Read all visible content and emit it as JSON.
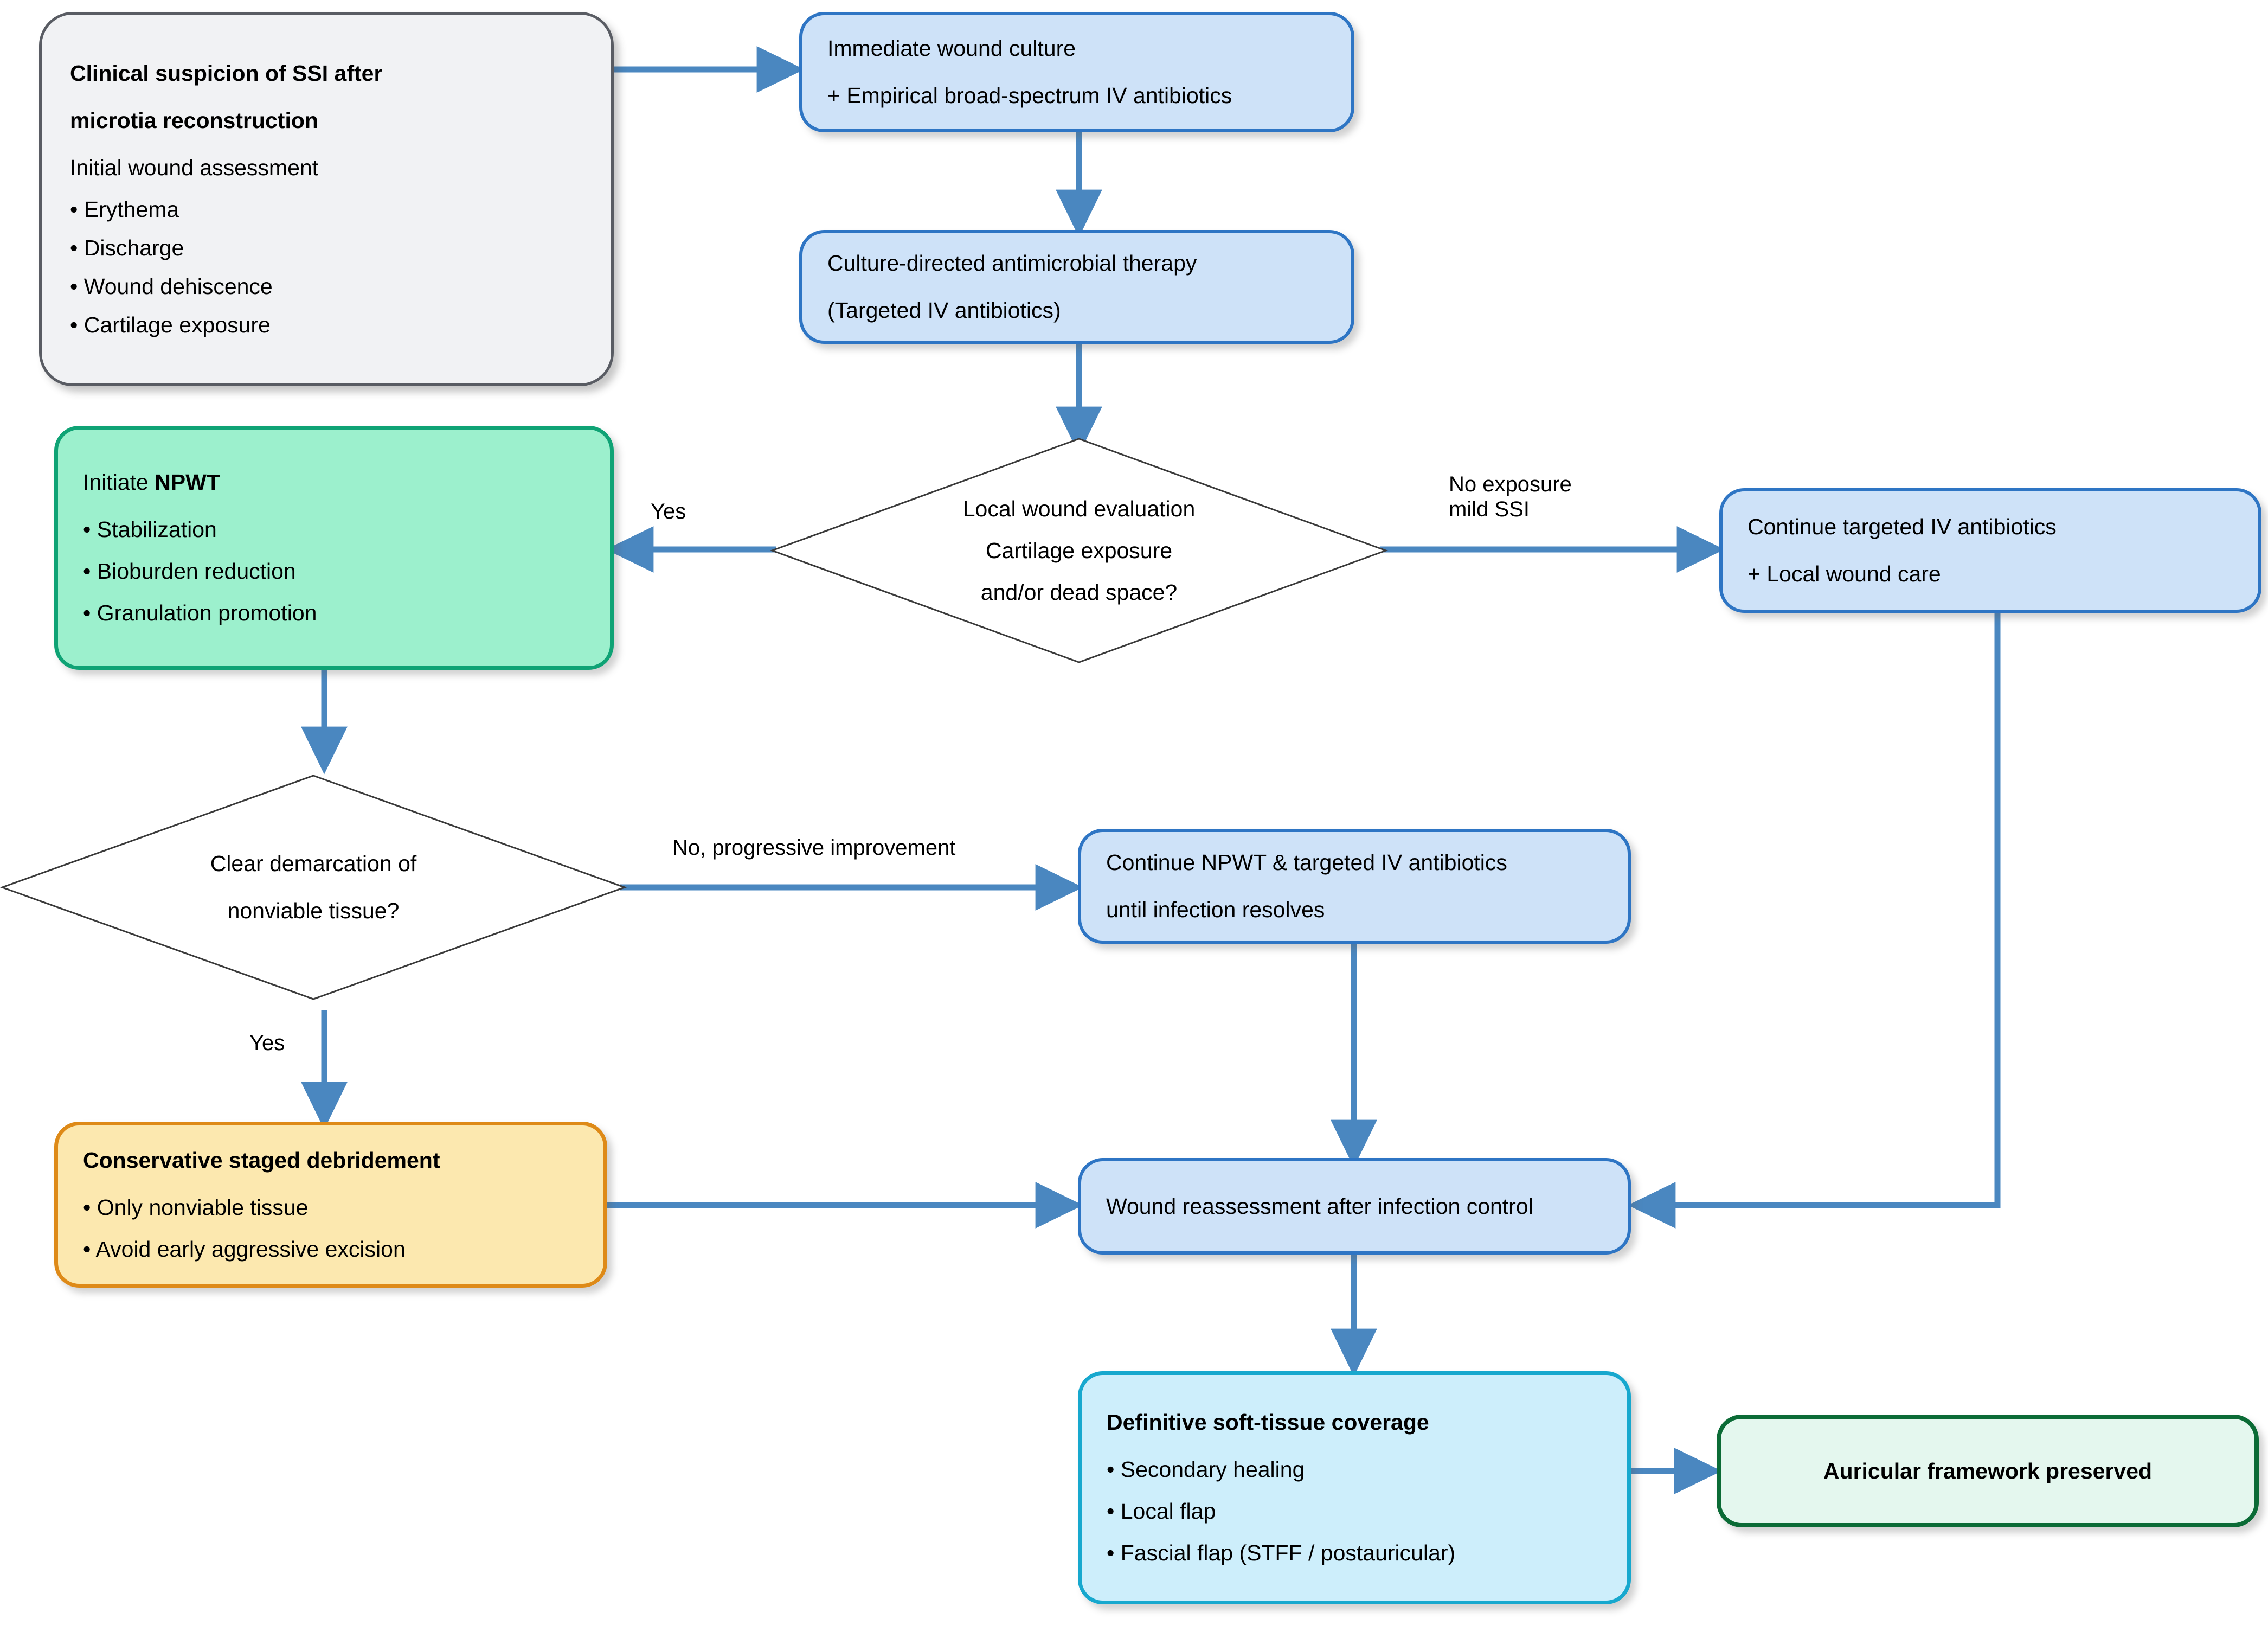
{
  "title": "SSI after microtia reconstruction management algorithm",
  "colors": {
    "blue_fill": "#CEE2F8",
    "blue_border": "#2E75C4",
    "green_fill": "#9CF0CD",
    "green_border": "#0FA375",
    "orange_fill": "#FCE8AF",
    "orange_border": "#DE8A18",
    "cyan_fill": "#CDEEFB",
    "cyan_border": "#17A8CE",
    "outcome_fill": "#E4F7EE",
    "outcome_border": "#0B6B36",
    "grey_fill": "#F1F2F4",
    "grey_border": "#595C63",
    "arrow": "#4A87C0",
    "diamond_border": "#3A3A3A"
  },
  "nodes": {
    "start": {
      "heading_line1": "Clinical suspicion of SSI after",
      "heading_line2": "microtia reconstruction",
      "subheading": "Initial wound assessment",
      "bullets": [
        "• Erythema",
        "• Discharge",
        "• Wound dehiscence",
        "• Cartilage exposure"
      ]
    },
    "culture": {
      "line1": "Immediate wound culture",
      "line2": "+ Empirical broad-spectrum IV antibiotics"
    },
    "targeted": {
      "line1": "Culture-directed antimicrobial therapy",
      "line2": "(Targeted IV antibiotics)"
    },
    "decision1": {
      "line1": "Local wound evaluation",
      "line2": "Cartilage exposure",
      "line3": "and/or dead space?"
    },
    "npwt": {
      "heading_pre": "Initiate ",
      "heading_bold": "NPWT",
      "bullets": [
        "• Stabilization",
        "• Bioburden reduction",
        "• Granulation promotion"
      ]
    },
    "mild": {
      "line1": "Continue targeted IV antibiotics",
      "line2": "+ Local wound care"
    },
    "decision2": {
      "line1": "Clear demarcation of",
      "line2": "nonviable tissue?"
    },
    "continue_npwt": {
      "line1": "Continue NPWT & targeted IV antibiotics",
      "line2": "until infection resolves"
    },
    "debridement": {
      "heading": "Conservative staged debridement",
      "bullets": [
        "• Only nonviable tissue",
        "• Avoid early aggressive excision"
      ]
    },
    "reassessment": {
      "line1": "Wound reassessment after infection control"
    },
    "coverage": {
      "heading": "Definitive soft-tissue coverage",
      "bullets": [
        "• Secondary healing",
        "• Local flap",
        "• Fascial flap (STFF / postauricular)"
      ]
    },
    "outcome": {
      "heading": "Auricular framework preserved"
    }
  },
  "edge_labels": {
    "yes_cartilage": "Yes",
    "no_exposure_l1": "No exposure",
    "no_exposure_l2": "mild SSI",
    "no_progressive": "No, progressive improvement",
    "yes_demarcation": "Yes"
  }
}
